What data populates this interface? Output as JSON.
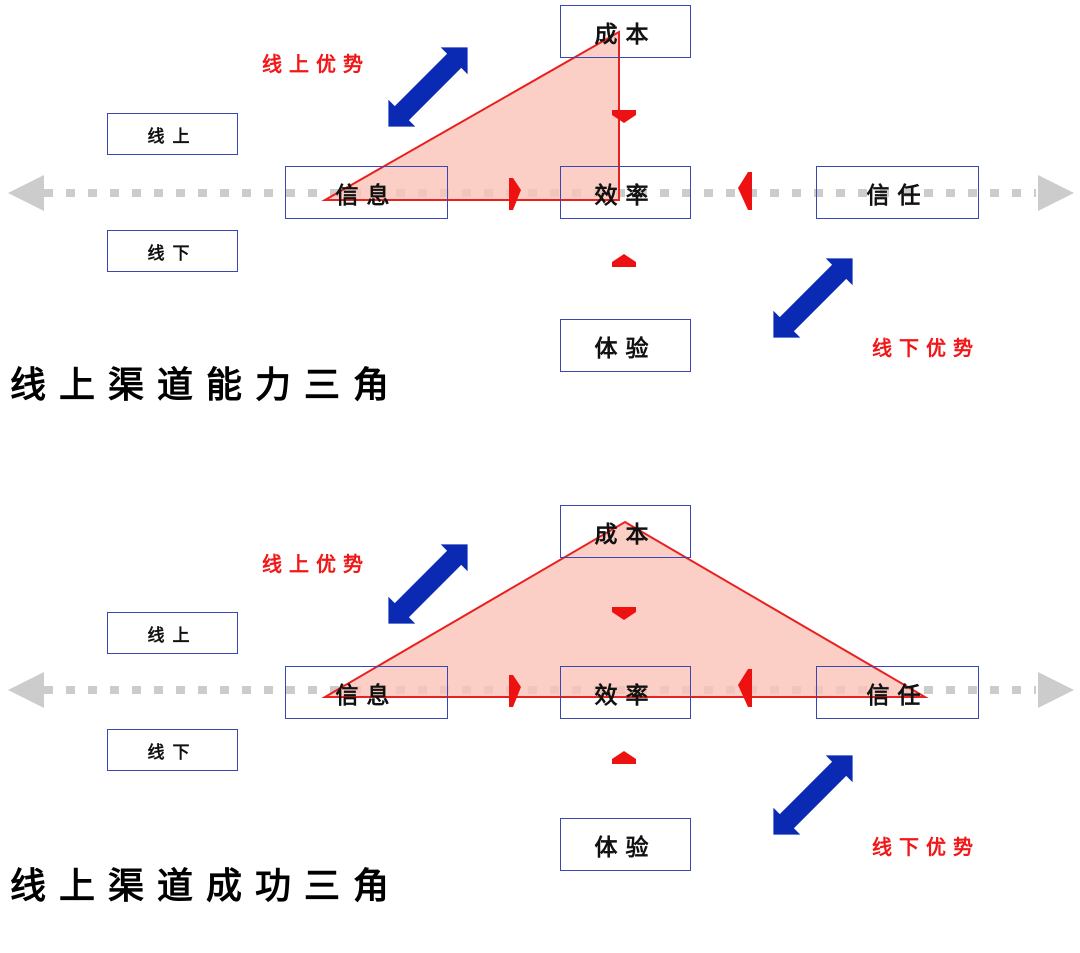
{
  "colors": {
    "triangle_fill": "#fbc3b8",
    "triangle_stroke": "#e82020",
    "small_arrow": "#ee1111",
    "double_arrow": "#0a2ab4",
    "axis": "#cccccc",
    "box_border": "#3848b0",
    "advantage_text": "#f01818"
  },
  "panels": [
    {
      "title": "线上渠道能力三角",
      "nodes": {
        "cost": "成本",
        "info": "信息",
        "efficiency": "效率",
        "trust": "信任",
        "experience": "体验",
        "online": "线上",
        "offline": "线下"
      },
      "online_advantage": "线上优势",
      "offline_advantage": "线下优势",
      "triangle_vertices": [
        "信息",
        "成本",
        "效率"
      ]
    },
    {
      "title": "线上渠道成功三角",
      "nodes": {
        "cost": "成本",
        "info": "信息",
        "efficiency": "效率",
        "trust": "信任",
        "experience": "体验",
        "online": "线上",
        "offline": "线下"
      },
      "online_advantage": "线上优势",
      "offline_advantage": "线下优势",
      "triangle_vertices": [
        "信息",
        "成本",
        "信任"
      ]
    }
  ]
}
